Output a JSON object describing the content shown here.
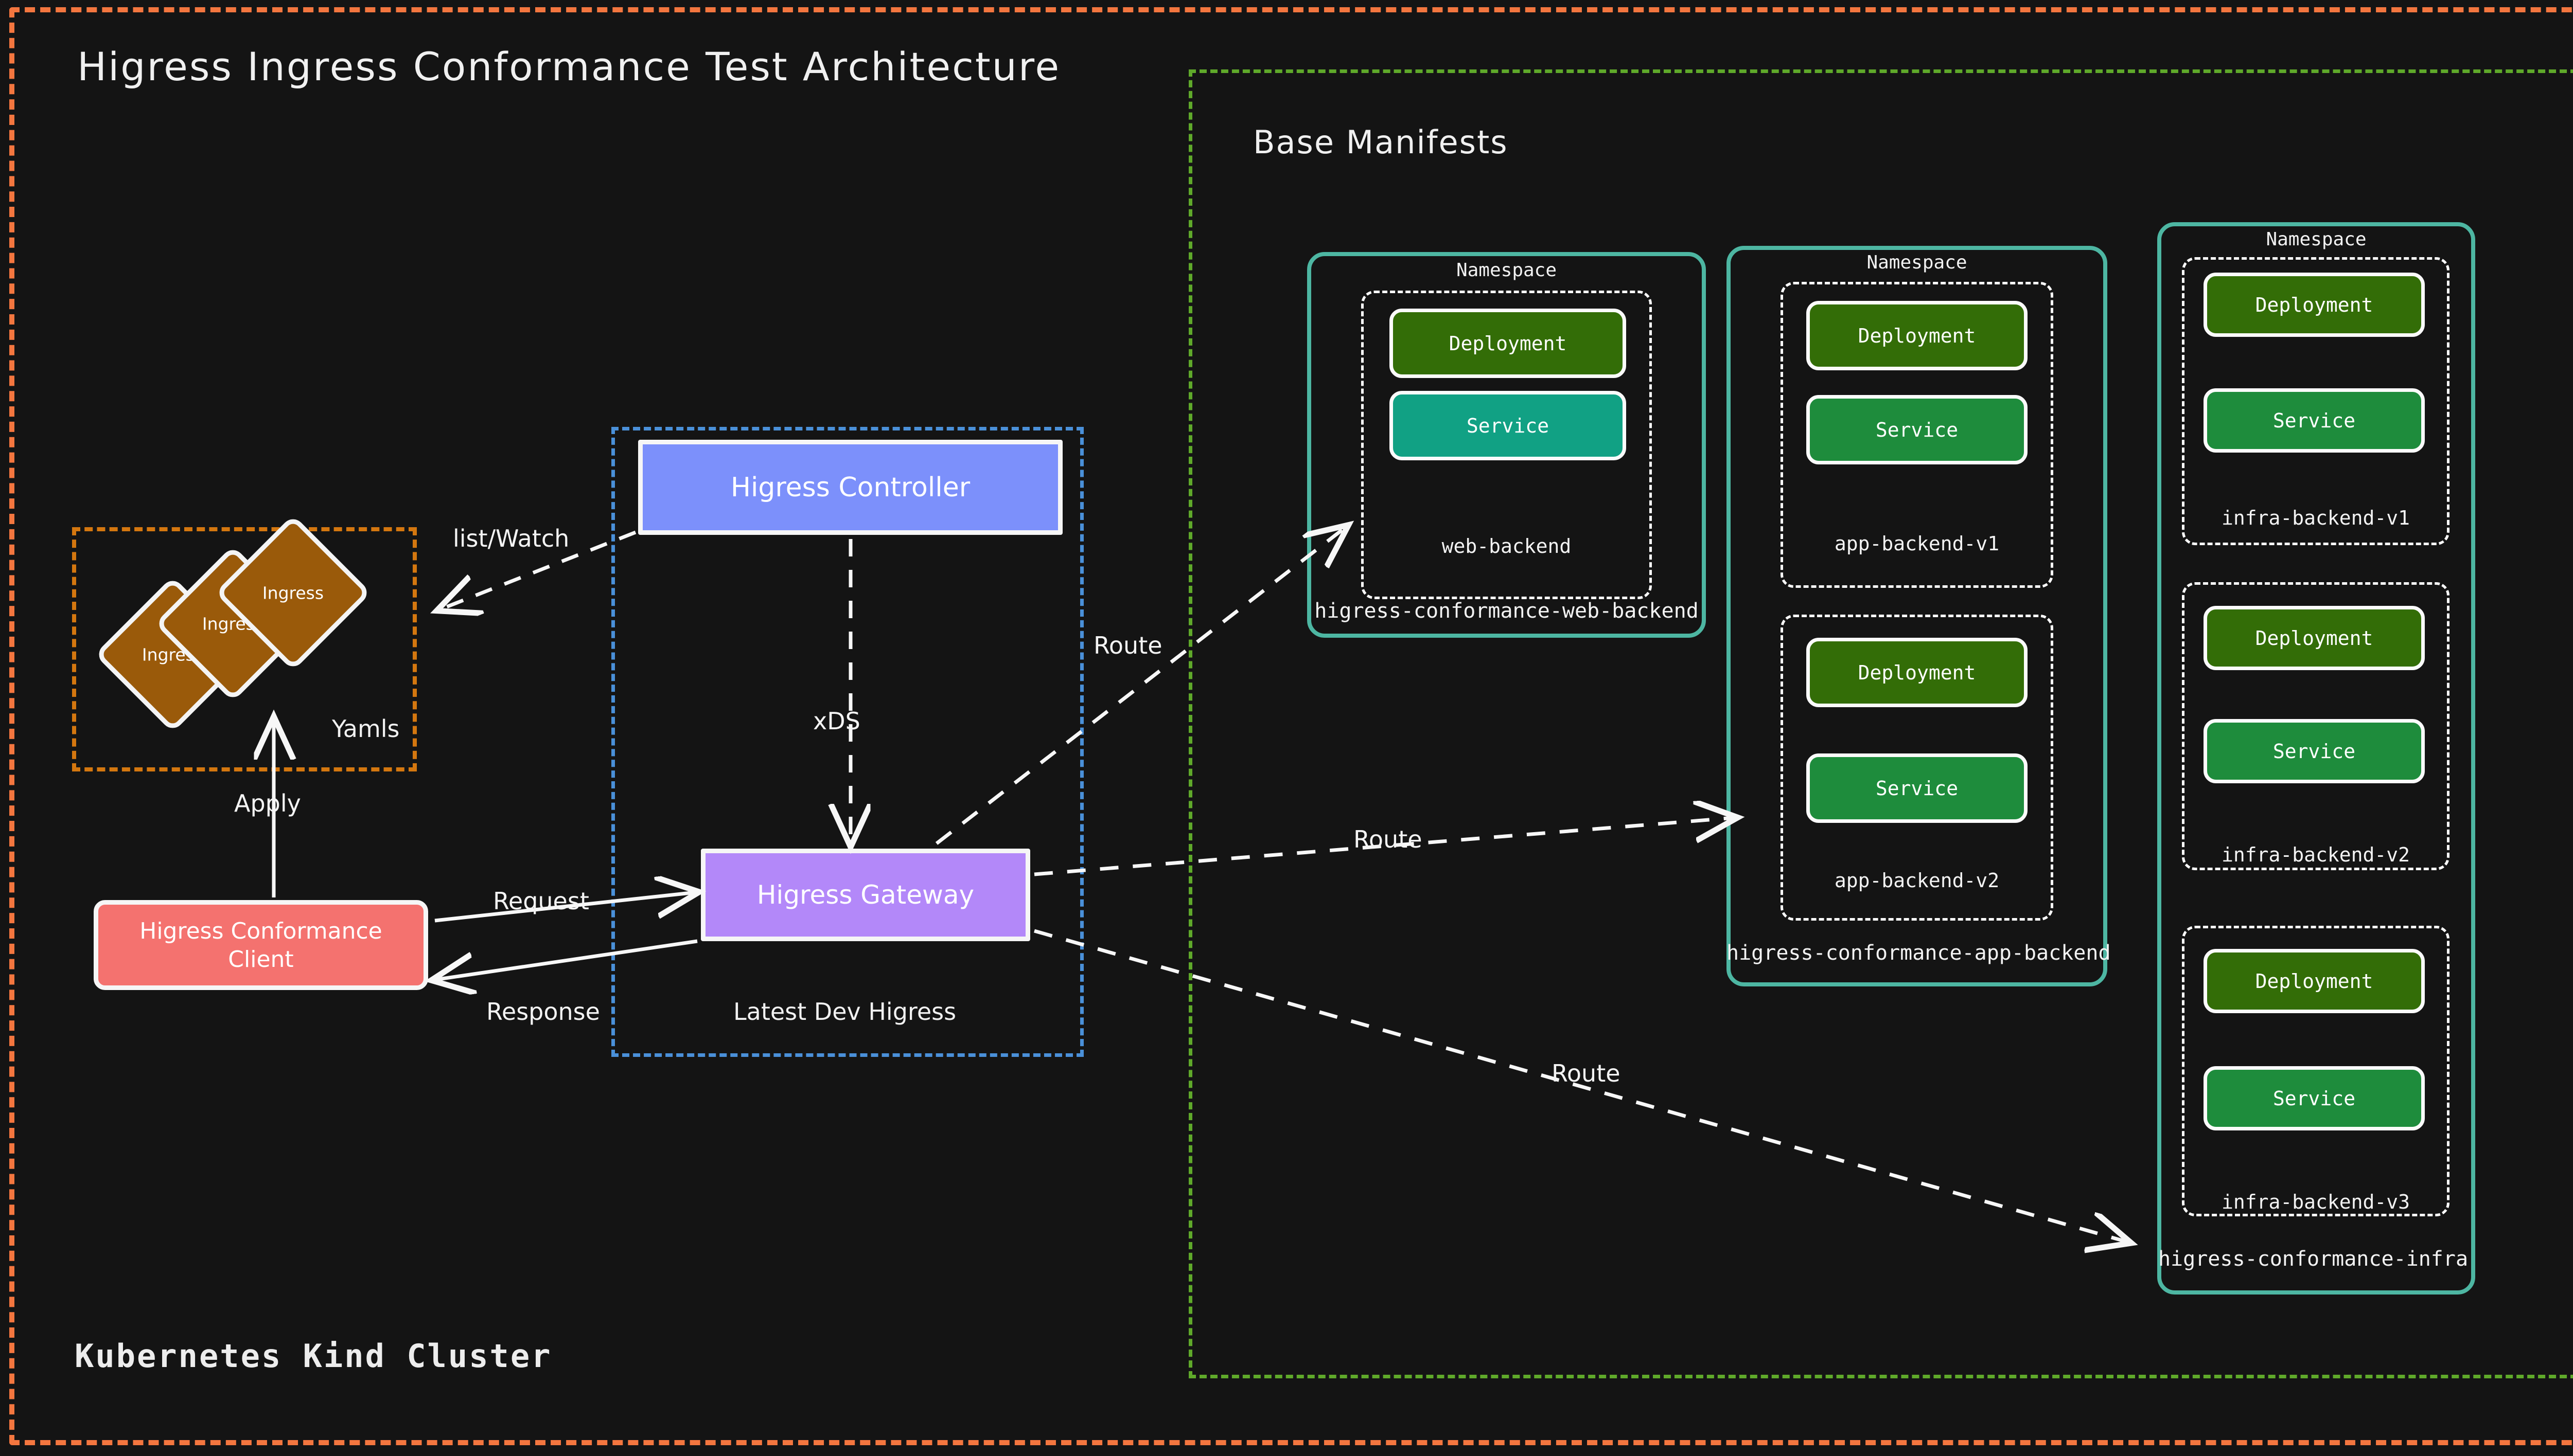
{
  "diagram": {
    "title": "Higress Ingress Conformance Test Architecture",
    "cluster_label": "Kubernetes Kind Cluster",
    "manifests_title": "Base Manifests"
  },
  "colors": {
    "cluster_border": "#f3763f",
    "manifests_border": "#5fa92a",
    "yamls_border": "#d4770f",
    "higress_border": "#4a90d9",
    "namespace_border": "#4db6a2",
    "ingress_fill": "#9a5a0a",
    "client_fill": "#f4726f",
    "controller_fill": "#7c90fb",
    "gateway_fill": "#b388f9",
    "deployment_fill": "#336d07",
    "service_teal": "#11a184",
    "service_green": "#1e8c3c"
  },
  "yamls": {
    "label": "Yamls",
    "ingress_cards": [
      {
        "label": "Ingress"
      },
      {
        "label": "Ingress"
      },
      {
        "label": "Ingress"
      }
    ]
  },
  "client": {
    "line1": "Higress Conformance",
    "line2": "Client"
  },
  "higress": {
    "controller_label": "Higress Controller",
    "gateway_label": "Higress Gateway",
    "caption": "Latest Dev Higress"
  },
  "edges": {
    "list_watch": "list/Watch",
    "apply": "Apply",
    "xds": "xDS",
    "request": "Request",
    "response": "Response",
    "route_web": "Route",
    "route_app": "Route",
    "route_infra": "Route"
  },
  "namespaces": [
    {
      "outer_label": "higress-conformance-web-backend",
      "groups": [
        {
          "ns_title": "Namespace",
          "inner_label": "web-backend",
          "resources": [
            {
              "label": "Deployment",
              "kind": "deployment"
            },
            {
              "label": "Service",
              "kind": "service-teal"
            }
          ]
        }
      ]
    },
    {
      "outer_label": "higress-conformance-app-backend",
      "groups": [
        {
          "ns_title": "Namespace",
          "inner_label": "app-backend-v1",
          "resources": [
            {
              "label": "Deployment",
              "kind": "deployment"
            },
            {
              "label": "Service",
              "kind": "service-green"
            }
          ]
        },
        {
          "ns_title": "",
          "inner_label": "app-backend-v2",
          "resources": [
            {
              "label": "Deployment",
              "kind": "deployment"
            },
            {
              "label": "Service",
              "kind": "service-green"
            }
          ]
        }
      ]
    },
    {
      "outer_label": "higress-conformance-infra",
      "groups": [
        {
          "ns_title": "Namespace",
          "inner_label": "infra-backend-v1",
          "resources": [
            {
              "label": "Deployment",
              "kind": "deployment"
            },
            {
              "label": "Service",
              "kind": "service-green"
            }
          ]
        },
        {
          "ns_title": "",
          "inner_label": "infra-backend-v2",
          "resources": [
            {
              "label": "Deployment",
              "kind": "deployment"
            },
            {
              "label": "Service",
              "kind": "service-green"
            }
          ]
        },
        {
          "ns_title": "",
          "inner_label": "infra-backend-v3",
          "resources": [
            {
              "label": "Deployment",
              "kind": "deployment"
            },
            {
              "label": "Service",
              "kind": "service-green"
            }
          ]
        }
      ]
    }
  ]
}
